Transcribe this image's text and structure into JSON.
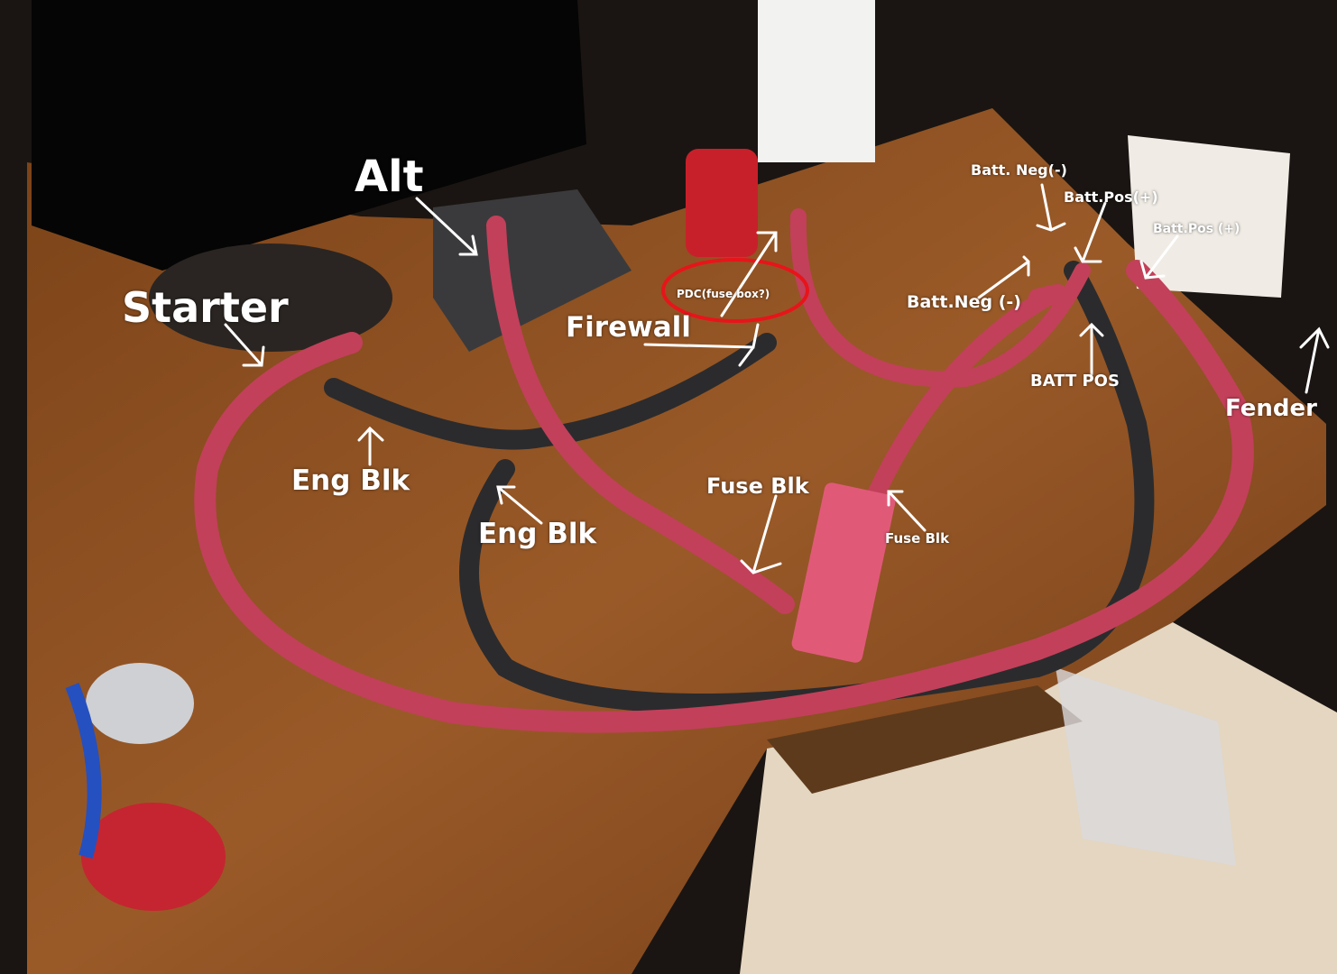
{
  "labels": {
    "alt": "Alt",
    "starter": "Starter",
    "firewall": "Firewall",
    "pdc": "PDC(fuse box?)",
    "batt_neg_top": "Batt. Neg(-)",
    "batt_pos_top": "Batt.Pos(+)",
    "batt_pos_right": "Batt.Pos (+)",
    "batt_neg_mid": "Batt.Neg (-)",
    "batt_pos_caps": "BATT POS",
    "fender": "Fender",
    "eng_blk_1": "Eng Blk",
    "eng_blk_2": "Eng Blk",
    "fuse_blk_1": "Fuse Blk",
    "fuse_blk_2": "Fuse Blk"
  },
  "colors": {
    "wood": "#8a4f22",
    "red_cable": "#c2405a",
    "black_cable": "#2b2b2d",
    "annotation": "#ffffff",
    "circle": "#e8141a"
  }
}
